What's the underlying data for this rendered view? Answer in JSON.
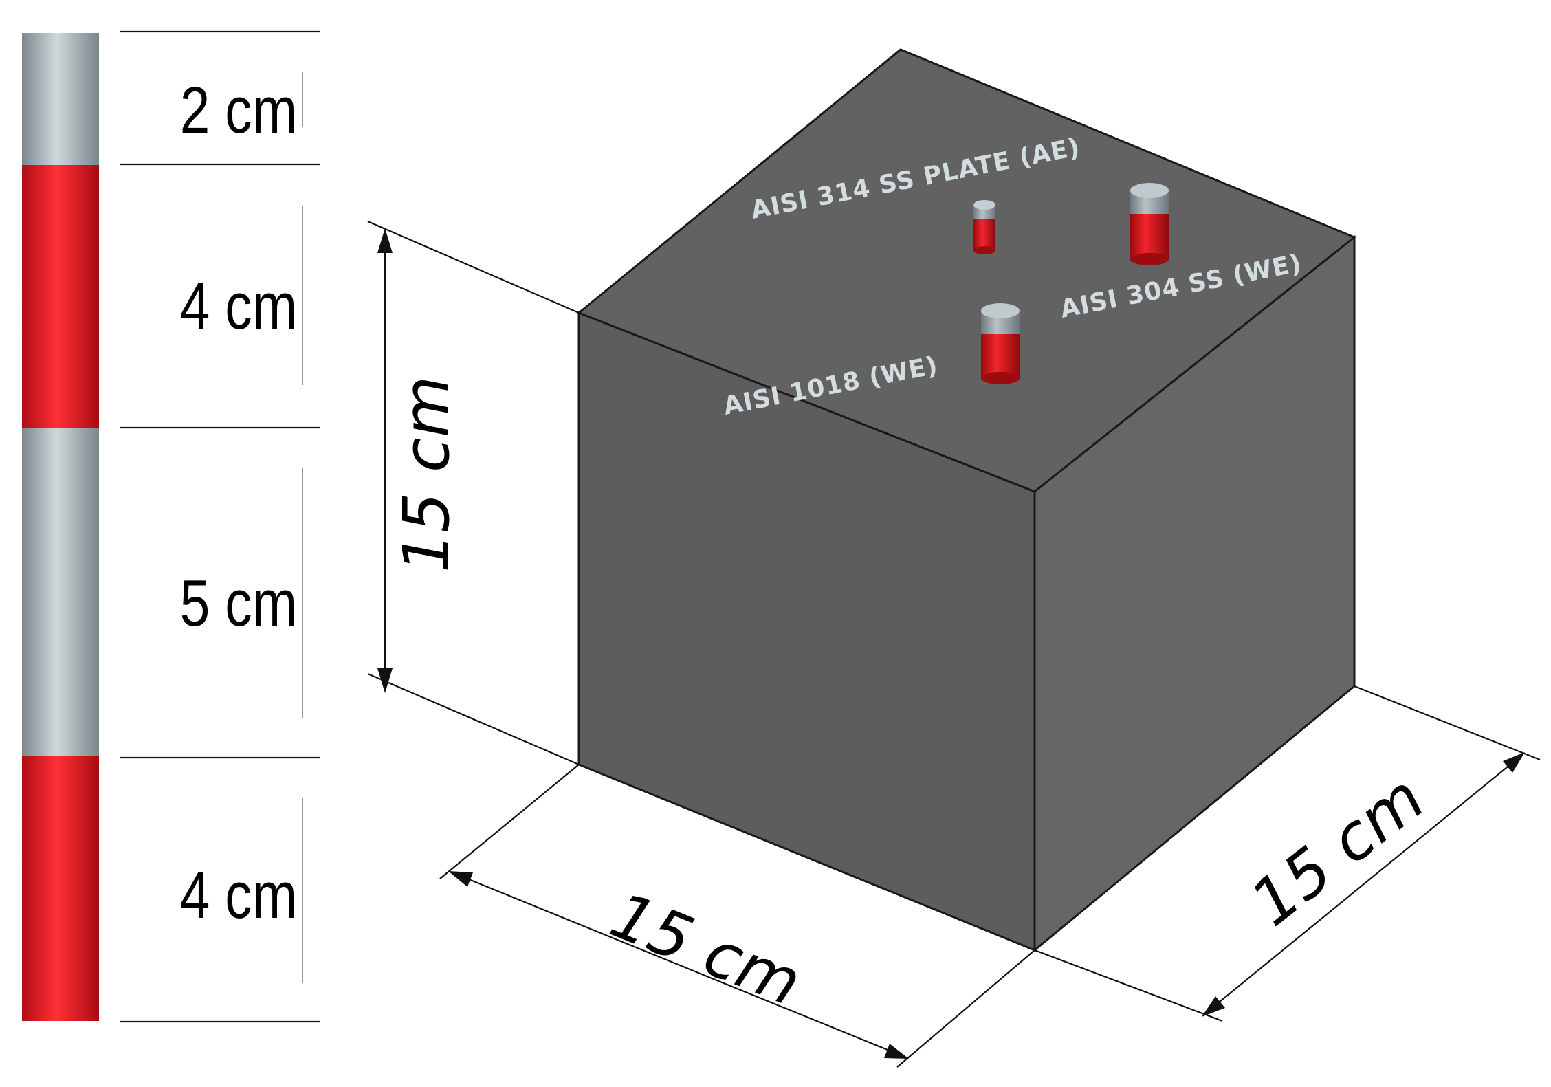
{
  "rod": {
    "segments": [
      {
        "label": "2 cm",
        "color": "gray"
      },
      {
        "label": "4 cm",
        "color": "red"
      },
      {
        "label": "5 cm",
        "color": "gray"
      },
      {
        "label": "4 cm",
        "color": "red"
      }
    ]
  },
  "cube": {
    "height_label": "15 cm",
    "width_label": "15 cm",
    "depth_label": "15 cm",
    "face_color": "#5f5f5f"
  },
  "electrodes": {
    "ae_label": "AISI 314 SS PLATE (AE)",
    "we_304_label": "AISI 304 SS (WE)",
    "we_1018_label": "AISI 1018 (WE)"
  },
  "colors": {
    "red": "#e8141c",
    "gray": "#a9b3b7",
    "label_text": "#d3dde0"
  }
}
